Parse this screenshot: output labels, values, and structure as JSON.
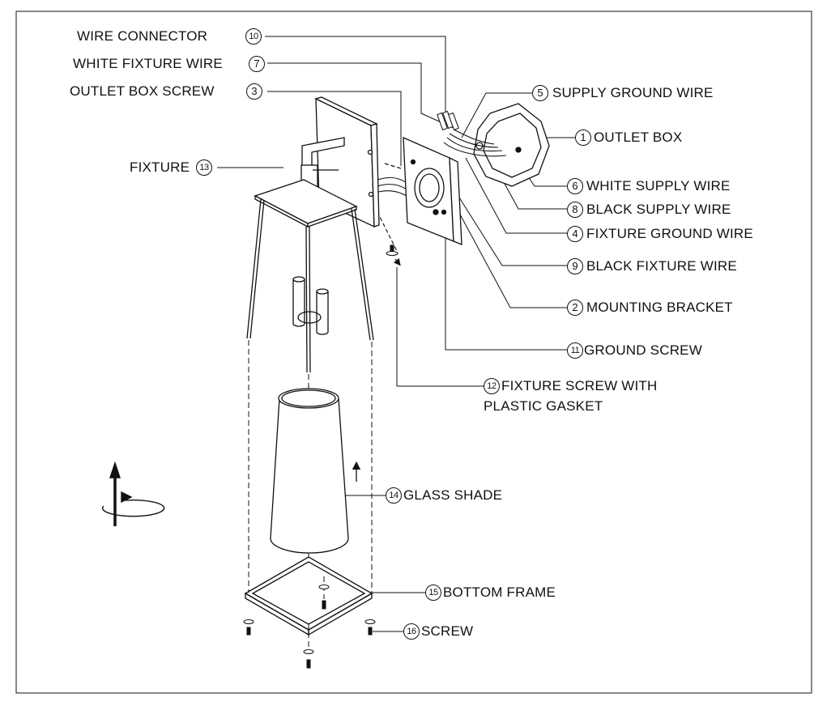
{
  "callouts": [
    {
      "num": "10",
      "text": "WIRE CONNECTOR"
    },
    {
      "num": "7",
      "text": "WHITE FIXTURE WIRE"
    },
    {
      "num": "3",
      "text": "OUTLET BOX SCREW"
    },
    {
      "num": "13",
      "text": "FIXTURE"
    },
    {
      "num": "5",
      "text": "SUPPLY GROUND WIRE"
    },
    {
      "num": "1",
      "text": "OUTLET BOX"
    },
    {
      "num": "6",
      "text": "WHITE SUPPLY WIRE"
    },
    {
      "num": "8",
      "text": "BLACK SUPPLY WIRE"
    },
    {
      "num": "4",
      "text": "FIXTURE GROUND WIRE"
    },
    {
      "num": "9",
      "text": "BLACK FIXTURE WIRE"
    },
    {
      "num": "2",
      "text": "MOUNTING BRACKET"
    },
    {
      "num": "11",
      "text": "GROUND SCREW"
    },
    {
      "num": "12",
      "text": "FIXTURE SCREW WITH",
      "text2": "PLASTIC GASKET"
    },
    {
      "num": "14",
      "text": "GLASS SHADE"
    },
    {
      "num": "15",
      "text": "BOTTOM FRAME"
    },
    {
      "num": "16",
      "text": "SCREW"
    }
  ],
  "colors": {
    "line": "#111111",
    "background": "#ffffff"
  }
}
